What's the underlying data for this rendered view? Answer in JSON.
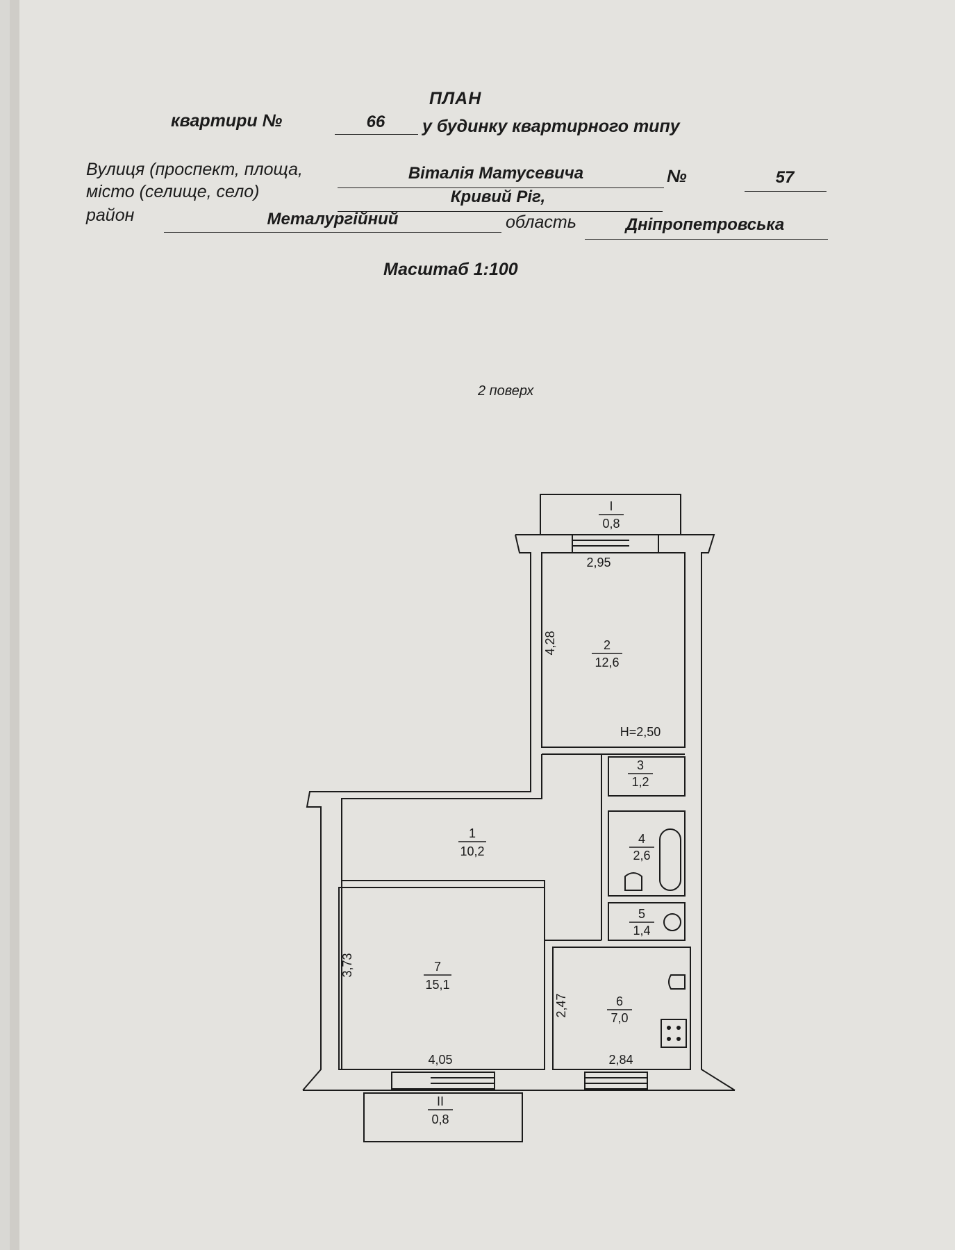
{
  "document": {
    "title": "ПЛАН",
    "apartment_label": "квартири №",
    "apartment_number": "66",
    "building_type": "у будинку квартирного типу",
    "street_label": "Вулиця (проспект, площа,",
    "street_value": "Віталія  Матусевича",
    "house_label": "№",
    "house_number": "57",
    "city_label": "місто (селище, село)",
    "city_value": "Кривий Ріг,",
    "district_label": "район",
    "district_value": "Металургійний",
    "region_label": "область",
    "region_value": "Дніпропетровська",
    "scale": "Масштаб 1:100",
    "floor": "2 поверх"
  },
  "plan": {
    "balcony_top": {
      "num": "I",
      "area": "0,8"
    },
    "balcony_bottom": {
      "num": "II",
      "area": "0,8"
    },
    "rooms": [
      {
        "num": "1",
        "area": "10,2"
      },
      {
        "num": "2",
        "area": "12,6"
      },
      {
        "num": "3",
        "area": "1,2"
      },
      {
        "num": "4",
        "area": "2,6"
      },
      {
        "num": "5",
        "area": "1,4"
      },
      {
        "num": "6",
        "area": "7,0"
      },
      {
        "num": "7",
        "area": "15,1"
      }
    ],
    "dimensions": {
      "room2_width": "2,95",
      "room2_length": "4,28",
      "ceiling_height": "Н=2,50",
      "room7_length": "3,73",
      "room7_width": "4,05",
      "room6_length": "2,47",
      "room6_width": "2,84"
    }
  }
}
